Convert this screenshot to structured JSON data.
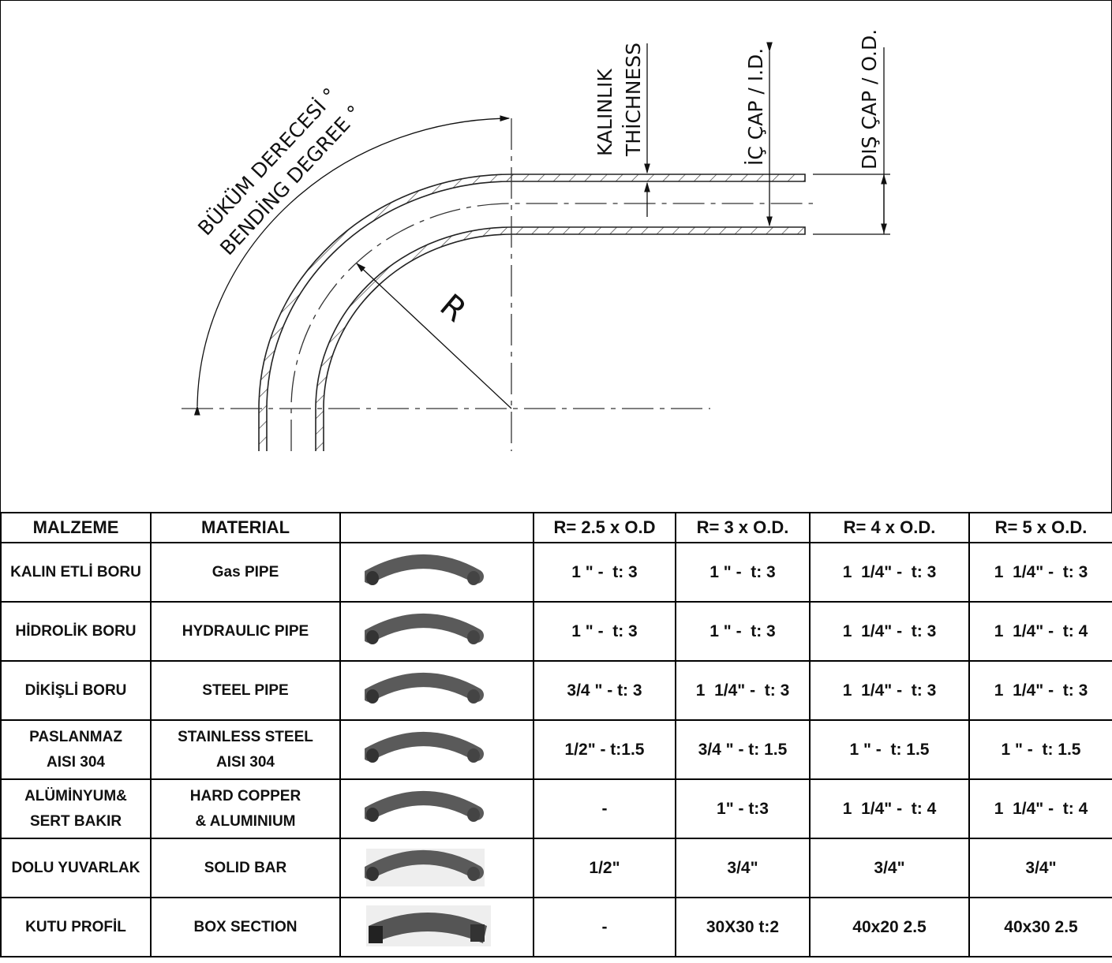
{
  "diagram": {
    "bending_label_tr": "BÜKÜM DERECESİ °",
    "bending_label_en": "BENDİNG DEGREE °",
    "thickness_tr": "KALINLIK",
    "thickness_en": "THİCHNESS",
    "id_label": "İÇ ÇAP / I.D.",
    "od_label": "DIŞ ÇAP / O.D.",
    "radius_label": "R"
  },
  "table": {
    "headers": [
      "MALZEME",
      "MATERIAL",
      "",
      "R= 2.5 x O.D",
      "R= 3 x O.D.",
      "R= 4 x O.D.",
      "R= 5 x O.D."
    ],
    "rows": [
      {
        "tr": "KALIN ETLİ BORU",
        "en": "Gas PIPE",
        "shape": "round-pipe",
        "v": [
          "1 \" -  t: 3",
          "1 \" -  t: 3",
          "1  1/4\" -  t: 3",
          "1  1/4\" -  t: 3"
        ]
      },
      {
        "tr": "HİDROLİK BORU",
        "en": "HYDRAULIC PIPE",
        "shape": "round-pipe",
        "v": [
          "1 \" -  t: 3",
          "1 \" -  t: 3",
          "1  1/4\" -  t: 3",
          "1  1/4\" -  t: 4"
        ]
      },
      {
        "tr": "DİKİŞLİ BORU",
        "en": "STEEL PIPE",
        "shape": "round-pipe",
        "v": [
          "3/4 \" - t: 3",
          "1  1/4\" -  t: 3",
          "1  1/4\" -  t: 3",
          "1  1/4\" -  t: 3"
        ]
      },
      {
        "tr": "PASLANMAZ\nAISI 304",
        "en": "STAINLESS STEEL\nAISI 304",
        "shape": "round-pipe",
        "v": [
          "1/2\" - t:1.5",
          "3/4 \" - t: 1.5",
          "1 \" -  t: 1.5",
          "1 \" -  t: 1.5"
        ]
      },
      {
        "tr": "ALÜMİNYUM&\nSERT BAKIR",
        "en": "HARD COPPER\n& ALUMINIUM",
        "shape": "round-pipe",
        "v": [
          "-",
          "1\" - t:3",
          "1  1/4\" -  t: 4",
          "1  1/4\" -  t: 4"
        ]
      },
      {
        "tr": "DOLU YUVARLAK",
        "en": "SOLID BAR",
        "shape": "solid-bar",
        "v": [
          "1/2\"",
          "3/4\"",
          "3/4\"",
          "3/4\""
        ]
      },
      {
        "tr": "KUTU PROFİL",
        "en": "BOX SECTION",
        "shape": "box-section",
        "v": [
          "-",
          "30X30 t:2",
          "40x20 2.5",
          "40x30 2.5"
        ]
      }
    ]
  }
}
